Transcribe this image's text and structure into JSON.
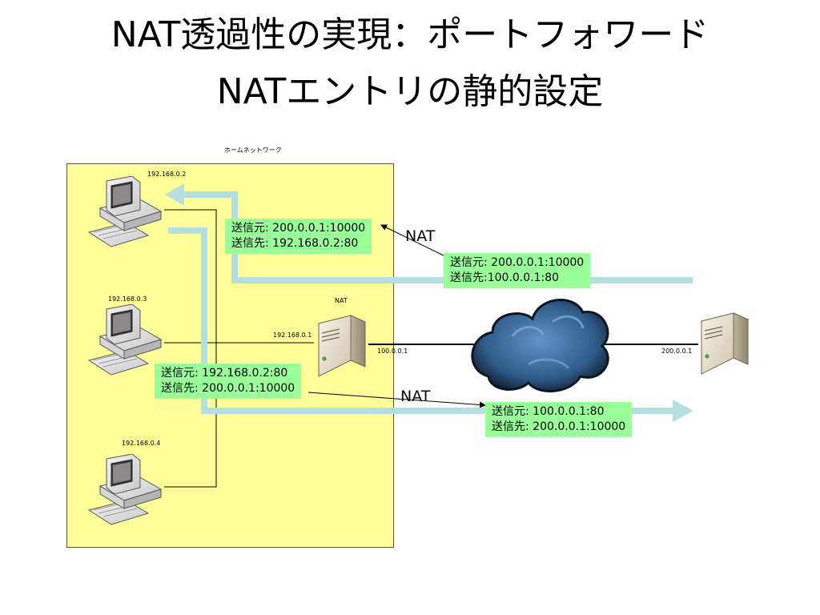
{
  "title": {
    "line1": "NAT透過性の実現：ポートフォワード",
    "line2": "NATエントリの静的設定"
  },
  "home_network": {
    "label": "ホームネットワーク"
  },
  "hosts": [
    {
      "ip": "192.168.0.2"
    },
    {
      "ip": "192.168.0.3"
    },
    {
      "ip": "192.168.0.4"
    }
  ],
  "nat_router": {
    "label": "NAT",
    "inside_ip": "192.168.0.1",
    "outside_ip": "100.0.0.1"
  },
  "remote_server": {
    "ip": "200.0.0.1"
  },
  "nat_labels": {
    "upper": "NAT",
    "lower": "NAT"
  },
  "packets": {
    "inbound_external": {
      "src": "送信元: 200.0.0.1:10000",
      "dst": "送信先:100.0.0.1:80"
    },
    "inbound_internal": {
      "src": "送信元: 200.0.0.1:10000",
      "dst": "送信先: 192.168.0.2:80"
    },
    "outbound_internal": {
      "src": "送信元: 192.168.0.2:80",
      "dst": "送信先: 200.0.0.1:10000"
    },
    "outbound_external": {
      "src": "送信元: 100.0.0.1:80",
      "dst": "送信先: 200.0.0.1:10000"
    }
  },
  "colors": {
    "home_bg": "#ffff99",
    "packet_bg": "#99ff99",
    "flow_arrow": "#b4dfe0",
    "cloud": "#3a6a9a"
  }
}
